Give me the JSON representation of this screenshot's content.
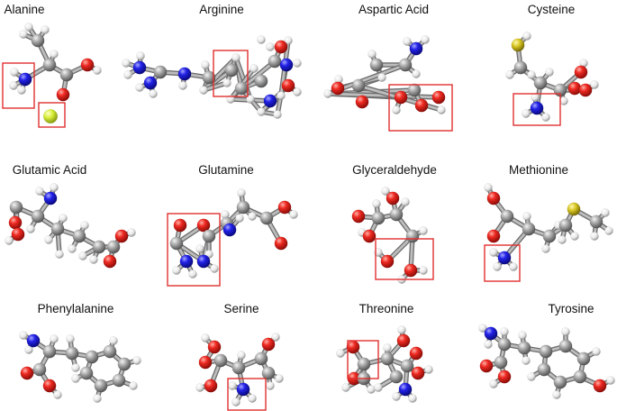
{
  "molecules": [
    {
      "name": "Alanine"
    },
    {
      "name": "Arginine"
    },
    {
      "name": "Aspartic Acid"
    },
    {
      "name": "Cysteine"
    },
    {
      "name": "Glutamic Acid"
    },
    {
      "name": "Glutamine"
    },
    {
      "name": "Glyceraldehyde"
    },
    {
      "name": "Methionine"
    },
    {
      "name": "Phenylalanine"
    },
    {
      "name": "Serine"
    },
    {
      "name": "Threonine"
    },
    {
      "name": "Tyrosine"
    }
  ],
  "colors": {
    "carbon": "#9e9e9e",
    "hydrogen": "#f2f2f2",
    "oxygen": "#e02020",
    "nitrogen": "#1a1ae0",
    "sulfur": "#d4c020",
    "highlight": "#e03030"
  }
}
